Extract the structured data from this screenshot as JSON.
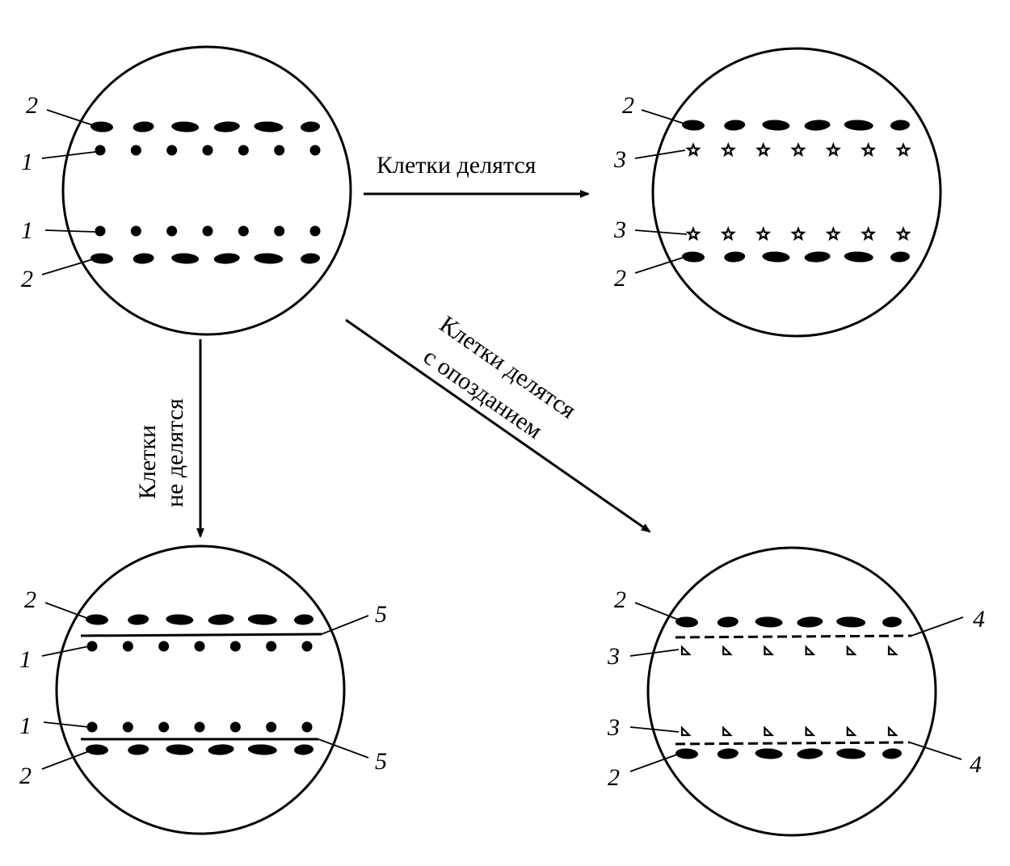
{
  "arrows": {
    "divide": "Клетки делятся",
    "no_divide_1": "Клетки",
    "no_divide_2": "не делятся",
    "late_divide_1": "Клетки делятся",
    "late_divide_2": "с опозданием"
  },
  "labels": {
    "one": "1",
    "two": "2",
    "three": "3",
    "four": "4",
    "five": "5"
  }
}
